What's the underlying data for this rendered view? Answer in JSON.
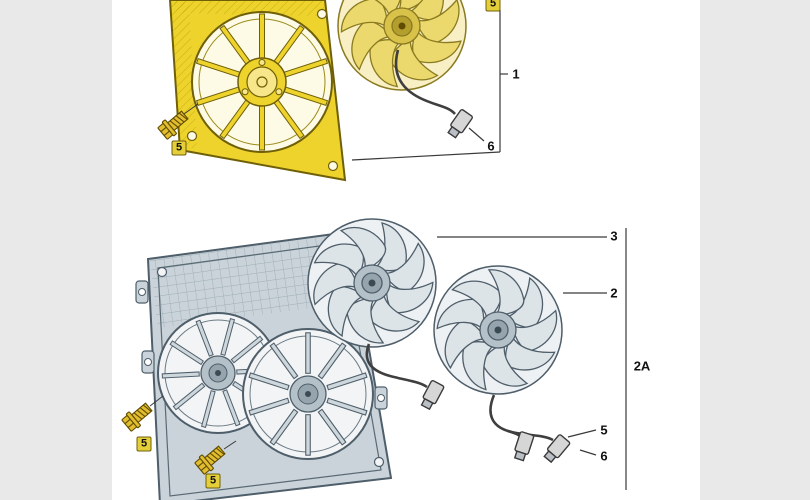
{
  "page": {
    "background_color": "#e9e9e9",
    "canvas_color": "#ffffff"
  },
  "palette": {
    "highlight_fill": "#eed32c",
    "highlight_outline": "#6f6008",
    "part_fill": "#c9d3d9",
    "part_outline": "#4e5e6a",
    "callout_line": "#3a3a3a",
    "callout_box_fill": "#e4cf3a",
    "callout_box_border": "#6f6008"
  },
  "top_assembly": {
    "callouts": {
      "group": "1",
      "connector": "6",
      "screw": "5",
      "fan_screw": "5"
    }
  },
  "bottom_assembly": {
    "callouts": {
      "fan_left": "3",
      "fan_right": "2",
      "group": "2A",
      "screw_list": "5",
      "connector_list": "6",
      "screw_left": "5",
      "screw_bottom": "5"
    }
  }
}
